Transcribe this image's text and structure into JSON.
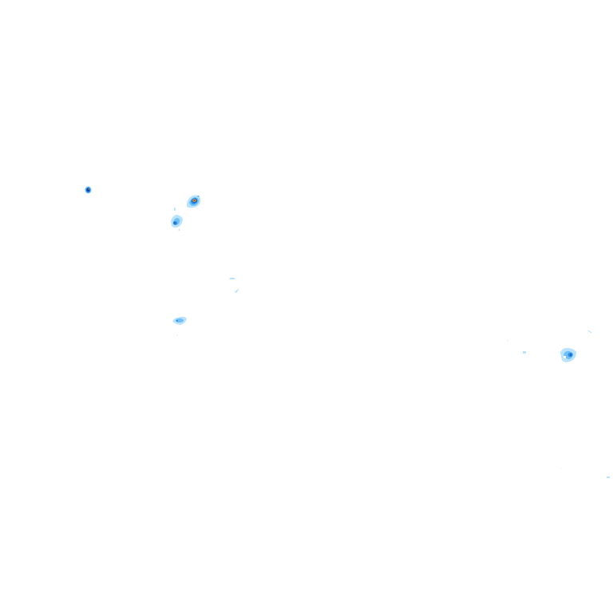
{
  "map": {
    "background": "#ffffff",
    "palette": {
      "light": "#b9e2ff",
      "medium": "#6ec0f7",
      "strong": "#2f8fe6",
      "heavy": "#1b5fd1",
      "core_dark": "#0b2f86",
      "core_warm": "#c9a93a",
      "core_red": "#c53a2a"
    },
    "echoes": [
      {
        "id": "echo-west-small",
        "intensity": "heavy"
      },
      {
        "id": "echo-northwest-main",
        "intensity": "heavy"
      },
      {
        "id": "echo-northwest-tail",
        "intensity": "strong"
      },
      {
        "id": "echo-center-fleck",
        "intensity": "light"
      },
      {
        "id": "echo-southwest-patch",
        "intensity": "medium"
      },
      {
        "id": "echo-east-cluster",
        "intensity": "strong"
      },
      {
        "id": "echo-east-specks",
        "intensity": "light"
      }
    ]
  }
}
